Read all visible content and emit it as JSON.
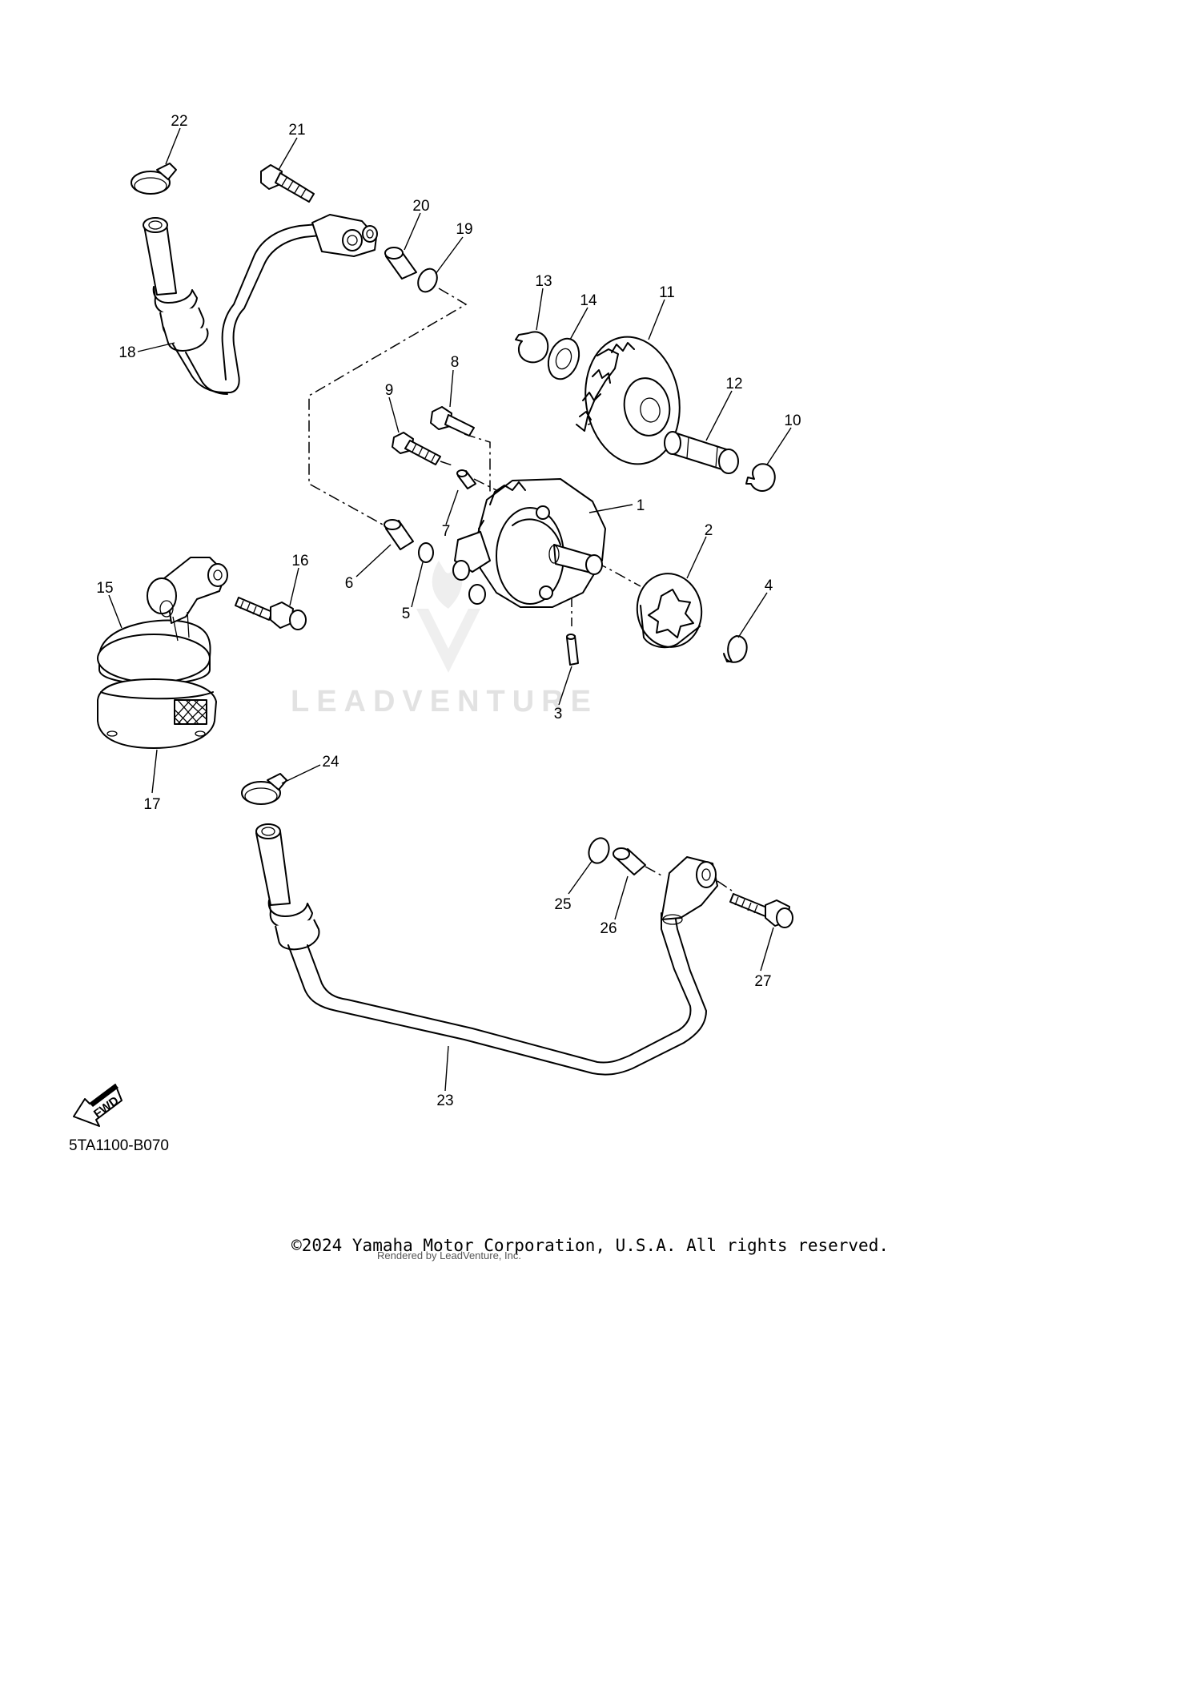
{
  "diagram_code": "5TA1100-B070",
  "fwd_label": "FWD",
  "watermark": "LEADVENTURE",
  "copyright": "©2024 Yamaha Motor Corporation, U.S.A. All rights reserved.",
  "rendered_by": "Rendered by LeadVenture, Inc.",
  "callouts": [
    "1",
    "2",
    "3",
    "4",
    "5",
    "6",
    "7",
    "8",
    "9",
    "10",
    "11",
    "12",
    "13",
    "14",
    "15",
    "16",
    "17",
    "18",
    "19",
    "20",
    "21",
    "22",
    "23",
    "24",
    "25",
    "26",
    "27"
  ]
}
